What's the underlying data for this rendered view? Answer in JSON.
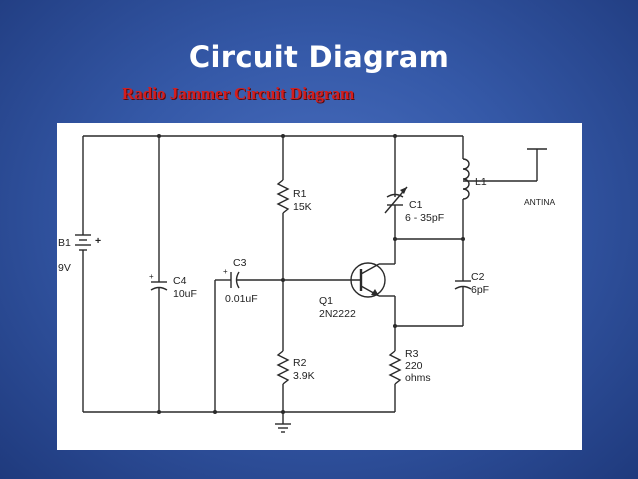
{
  "slide": {
    "title": "Circuit Diagram",
    "subtitle": "Radio Jammer Circuit Diagram"
  },
  "components": {
    "b1": {
      "name": "B1",
      "value": "9V"
    },
    "c4": {
      "name": "C4",
      "value": "10uF"
    },
    "c3": {
      "name": "C3",
      "value": "0.01uF"
    },
    "r1": {
      "name": "R1",
      "value": "15K"
    },
    "r2": {
      "name": "R2",
      "value": "3.9K"
    },
    "q1": {
      "name": "Q1",
      "value": "2N2222"
    },
    "r3": {
      "name": "R3",
      "value_line1": "220",
      "value_line2": "ohms"
    },
    "c1": {
      "name": "C1",
      "value": "6 - 35pF"
    },
    "c2": {
      "name": "C2",
      "value": "6pF"
    },
    "l1": {
      "name": "L1"
    },
    "antenna": {
      "label": "ANTINA"
    }
  },
  "colors": {
    "background": "#3559a8",
    "title": "#ffffff",
    "subtitle": "#d41e1e",
    "wire": "#2a2a2a"
  }
}
